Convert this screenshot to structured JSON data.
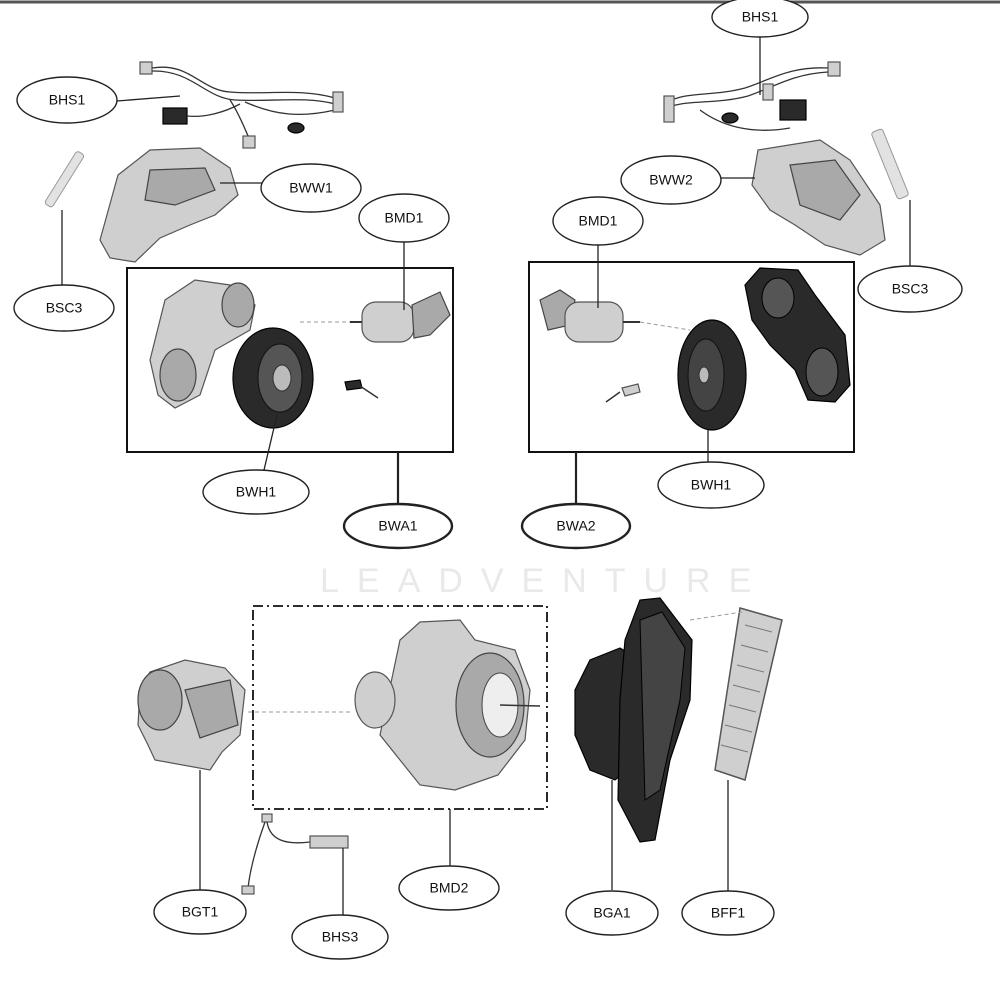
{
  "watermark": "LEADVENTURE",
  "labels": {
    "bhs1_left": "BHS1",
    "bhs1_right": "BHS1",
    "bww1": "BWW1",
    "bww2": "BWW2",
    "bmd1_left": "BMD1",
    "bmd1_right": "BMD1",
    "bsc3_left": "BSC3",
    "bsc3_right": "BSC3",
    "bwh1_left": "BWH1",
    "bwh1_right": "BWH1",
    "bwa1": "BWA1",
    "bwa2": "BWA2",
    "bgt1": "BGT1",
    "bhs3": "BHS3",
    "bmd2": "BMD2",
    "bga1": "BGA1",
    "bff1": "BFF1"
  }
}
